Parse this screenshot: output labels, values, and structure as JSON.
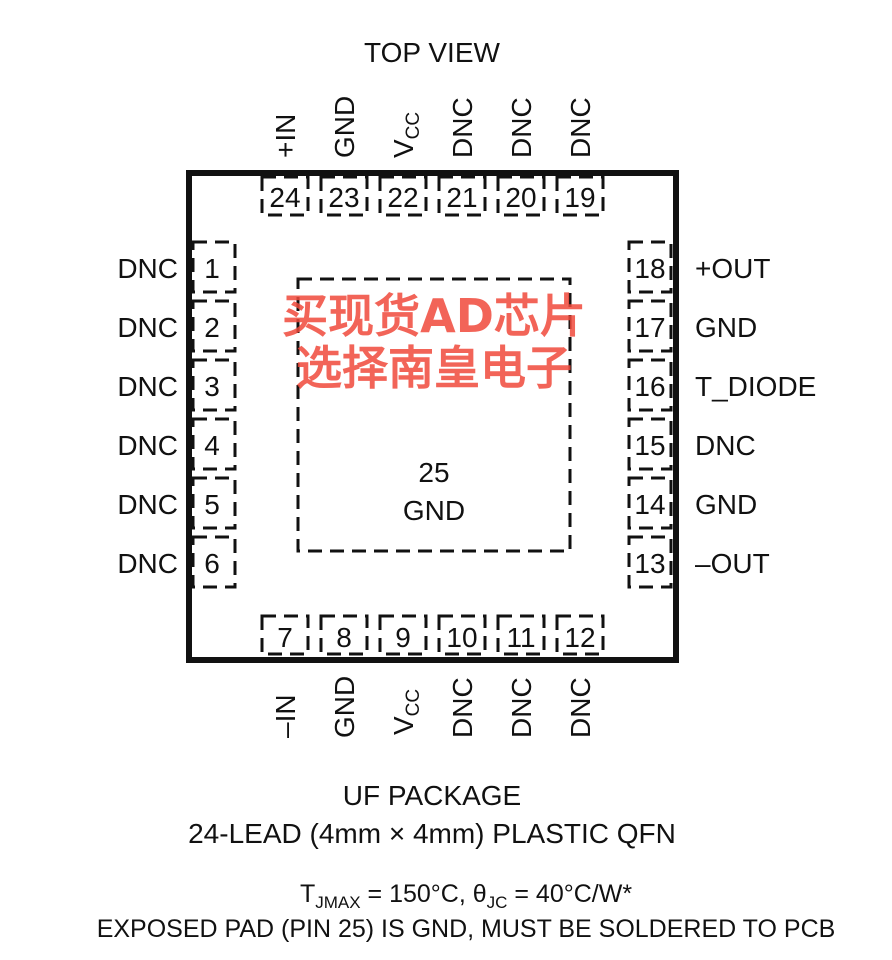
{
  "title": "TOP VIEW",
  "pins_top": [
    {
      "num": "24",
      "label": "+IN"
    },
    {
      "num": "23",
      "label": "GND"
    },
    {
      "num": "22",
      "label": "V",
      "label_sub": "CC"
    },
    {
      "num": "21",
      "label": "DNC"
    },
    {
      "num": "20",
      "label": "DNC"
    },
    {
      "num": "19",
      "label": "DNC"
    }
  ],
  "pins_left": [
    {
      "num": "1",
      "label": "DNC"
    },
    {
      "num": "2",
      "label": "DNC"
    },
    {
      "num": "3",
      "label": "DNC"
    },
    {
      "num": "4",
      "label": "DNC"
    },
    {
      "num": "5",
      "label": "DNC"
    },
    {
      "num": "6",
      "label": "DNC"
    }
  ],
  "pins_right": [
    {
      "num": "18",
      "label": "+OUT"
    },
    {
      "num": "17",
      "label": "GND"
    },
    {
      "num": "16",
      "label": "T_DIODE"
    },
    {
      "num": "15",
      "label": "DNC"
    },
    {
      "num": "14",
      "label": "GND"
    },
    {
      "num": "13",
      "label": "–OUT"
    }
  ],
  "pins_bottom": [
    {
      "num": "7",
      "label": "–IN"
    },
    {
      "num": "8",
      "label": "GND"
    },
    {
      "num": "9",
      "label": "V",
      "label_sub": "CC"
    },
    {
      "num": "10",
      "label": "DNC"
    },
    {
      "num": "11",
      "label": "DNC"
    },
    {
      "num": "12",
      "label": "DNC"
    }
  ],
  "pad": {
    "num": "25",
    "label": "GND"
  },
  "package_name": "UF PACKAGE",
  "package_desc": "24-LEAD (4mm × 4mm) PLASTIC QFN",
  "thermal": {
    "t": "T",
    "t_sub": "JMAX",
    "t_val": " = 150°C, ",
    "theta": "θ",
    "theta_sub": "JC",
    "theta_val": " = 40°C/W*"
  },
  "note": "EXPOSED PAD (PIN 25) IS GND, MUST BE SOLDERED TO PCB",
  "watermark": "买现货AD芯片选择南皇电子"
}
